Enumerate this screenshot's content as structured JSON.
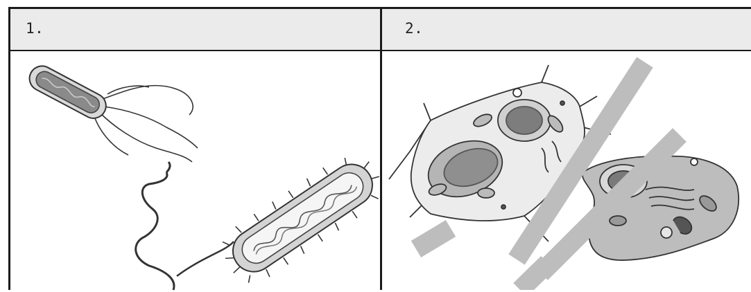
{
  "table": {
    "columns": [
      {
        "number_label": "1.",
        "image": "bacteria-illustration"
      },
      {
        "number_label": "2.",
        "image": "plant-and-animal-cell-illustration"
      }
    ]
  },
  "watermark": {
    "icon": "sample-watermark-stroke",
    "color": "#bdbdbd"
  }
}
